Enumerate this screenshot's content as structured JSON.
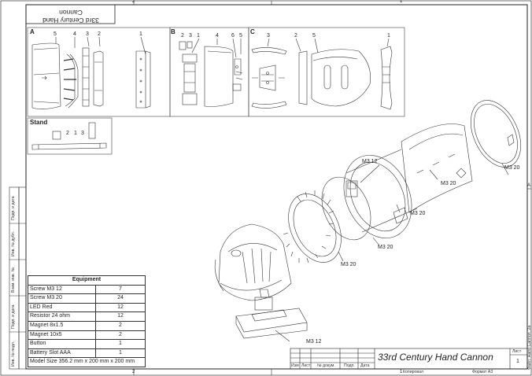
{
  "top_title": "33rd Century Hand Cannon",
  "zone_numbers": {
    "top": [
      "2",
      "1"
    ],
    "bottom": [
      "2",
      "1"
    ],
    "right": [
      "A"
    ]
  },
  "panels": {
    "A": {
      "label": "A",
      "parts": [
        "5",
        "4",
        "3",
        "2",
        "1"
      ]
    },
    "B": {
      "label": "B",
      "parts": [
        "2",
        "3",
        "1",
        "4",
        "6",
        "5"
      ]
    },
    "C": {
      "label": "C",
      "parts": [
        "3",
        "2",
        "5",
        "1"
      ]
    },
    "stand": {
      "label": "Stand",
      "parts": [
        "2",
        "1",
        "3"
      ]
    }
  },
  "callouts": [
    "M3 12",
    "M3 20",
    "M3 20",
    "M3 20",
    "M3 20",
    "M3 20",
    "M3 12"
  ],
  "equipment": {
    "header": "Equipment",
    "rows": [
      {
        "name": "Screw M3 12",
        "qty": "7"
      },
      {
        "name": "Screw M3 20",
        "qty": "24"
      },
      {
        "name": "LED Red",
        "qty": "12"
      },
      {
        "name": "Resistor 24 ohm",
        "qty": "12"
      },
      {
        "name": "Magnet 8x1.5",
        "qty": "2"
      },
      {
        "name": "Magnet 10x5",
        "qty": "2"
      },
      {
        "name": "Button",
        "qty": "1"
      },
      {
        "name": "Battery Slot AAA",
        "qty": "1"
      }
    ],
    "footer": "Model Size 356.2 mm x 200 mm x 200 mm"
  },
  "title_block": {
    "title": "33rd Century Hand Cannon",
    "sheet_label": "Лист",
    "sheet_number": "1",
    "columns": [
      "Изм",
      "Лист",
      "№ докум.",
      "Подп.",
      "Дата"
    ],
    "copied": "Копировал",
    "format": "Формат А3"
  },
  "side_stamps": [
    "Инв. № подл.",
    "Подп. и дата",
    "Взам. инв. №",
    "Инв. № дубл.",
    "Подп. и дата"
  ],
  "file_name": "Файл: Hand Cannon_2a"
}
